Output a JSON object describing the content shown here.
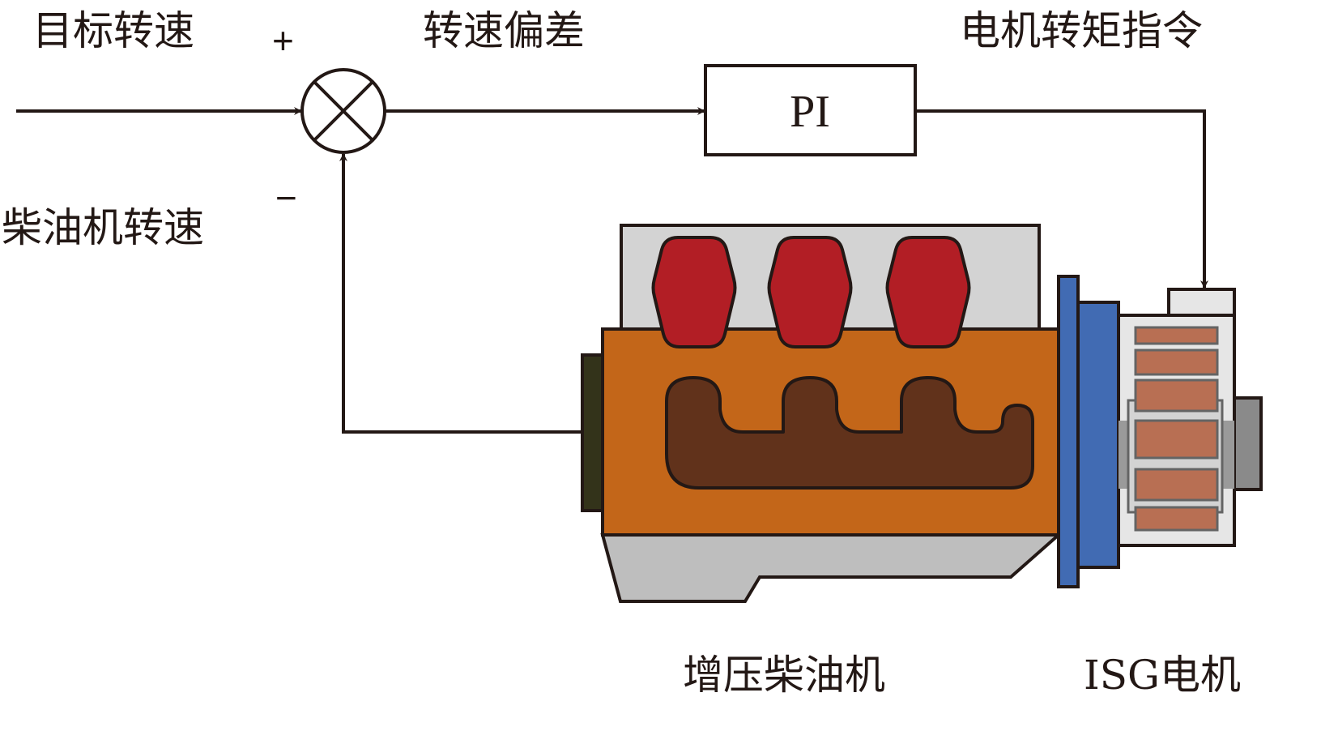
{
  "diagram": {
    "type": "control-block-diagram",
    "labels": {
      "target_speed": "目标转速",
      "engine_speed": "柴油机转速",
      "speed_error": "转速偏差",
      "torque_command": "电机转矩指令",
      "plus_sign": "+",
      "minus_sign": "−",
      "controller": "PI",
      "engine": "增压柴油机",
      "motor": "ISG电机"
    },
    "blocks": [
      {
        "id": "summing-junction",
        "kind": "sum",
        "inputs": [
          "target_speed (+)",
          "engine_speed (−)"
        ],
        "output": "speed_error"
      },
      {
        "id": "pi-controller",
        "kind": "controller",
        "label": "PI",
        "input": "speed_error",
        "output": "torque_command"
      },
      {
        "id": "isg-motor",
        "kind": "plant",
        "label": "ISG电机",
        "input": "torque_command"
      },
      {
        "id": "turbo-diesel-engine",
        "kind": "plant",
        "label": "增压柴油机",
        "output": "engine_speed"
      }
    ],
    "colors": {
      "line": "#231815",
      "cylinder_head": "#d3d3d3",
      "cylinders": "#b21e25",
      "engine_block": "#c36619",
      "exhaust_manifold": "#61321b",
      "end_cap": "#33331a",
      "oil_pan": "#bebebe",
      "flange": "#416bb3",
      "motor_housing": "#e6e6e6",
      "stator_coils": "#b86f53",
      "coil_outline": "#646464",
      "shaft": "#8a8a8a"
    }
  }
}
